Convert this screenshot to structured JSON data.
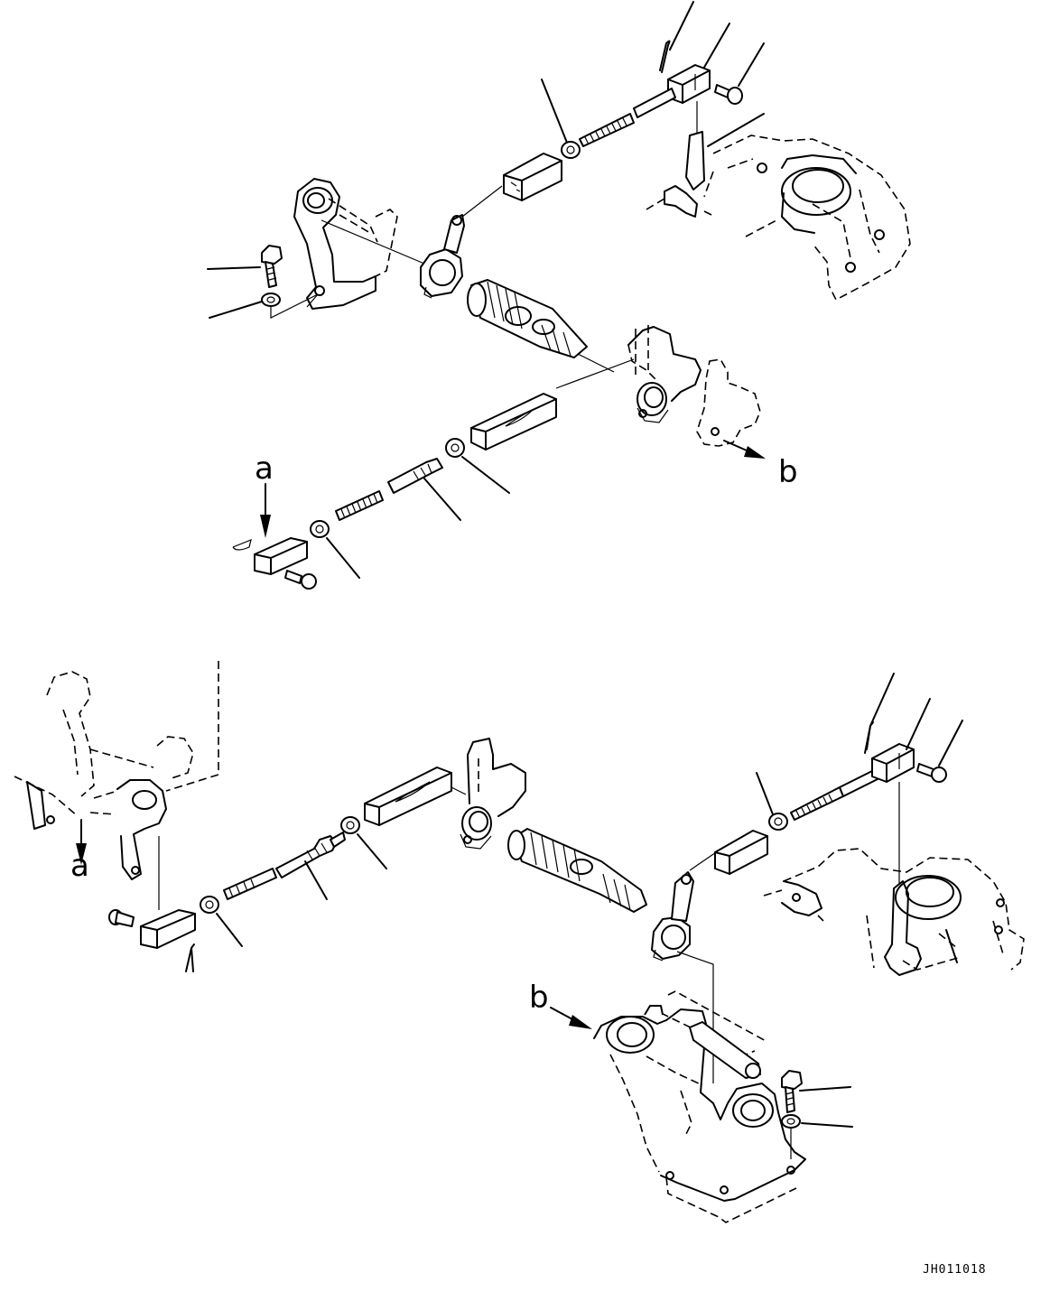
{
  "diagram": {
    "drawing_code": "JH011018",
    "labels": {
      "a_upper": "a",
      "b_upper": "b",
      "a_lower": "a",
      "b_lower": "b"
    }
  }
}
